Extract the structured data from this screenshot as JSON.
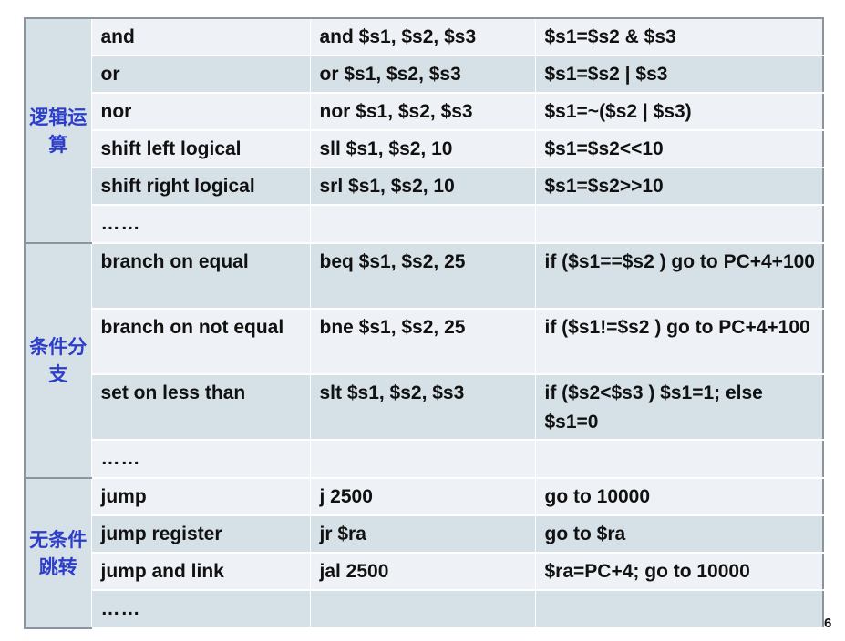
{
  "groups": [
    {
      "category": "逻辑运算",
      "rows": [
        {
          "name": "and",
          "example": "and $s1, $s2, $s3",
          "meaning": "$s1=$s2 & $s3"
        },
        {
          "name": "or",
          "example": "or $s1, $s2, $s3",
          "meaning": "$s1=$s2 | $s3"
        },
        {
          "name": "nor",
          "example": "nor $s1, $s2, $s3",
          "meaning": "$s1=~($s2 | $s3)"
        },
        {
          "name": "shift left logical",
          "example": "sll $s1, $s2, 10",
          "meaning": "$s1=$s2<<10"
        },
        {
          "name": "shift right logical",
          "example": "srl $s1, $s2, 10",
          "meaning": "$s1=$s2>>10"
        },
        {
          "name": "……",
          "example": "",
          "meaning": ""
        }
      ]
    },
    {
      "category": "条件分支",
      "rows": [
        {
          "name": "branch on equal",
          "example": "beq $s1, $s2, 25",
          "meaning": "if ($s1==$s2 ) go to PC+4+100"
        },
        {
          "name": "branch on not equal",
          "example": "bne $s1, $s2, 25",
          "meaning": "if ($s1!=$s2 ) go to PC+4+100"
        },
        {
          "name": "set on less than",
          "example": "slt $s1, $s2, $s3",
          "meaning": "if ($s2<$s3 ) $s1=1; else $s1=0"
        },
        {
          "name": "……",
          "example": "",
          "meaning": ""
        }
      ]
    },
    {
      "category": "无条件跳转",
      "rows": [
        {
          "name": "jump",
          "example": "j 2500",
          "meaning": "go to 10000"
        },
        {
          "name": "jump register",
          "example": "jr $ra",
          "meaning": "go to $ra"
        },
        {
          "name": "jump and link",
          "example": "jal 2500",
          "meaning": "$ra=PC+4; go to 10000"
        },
        {
          "name": "……",
          "example": "",
          "meaning": ""
        }
      ]
    }
  ],
  "page_number": "6"
}
